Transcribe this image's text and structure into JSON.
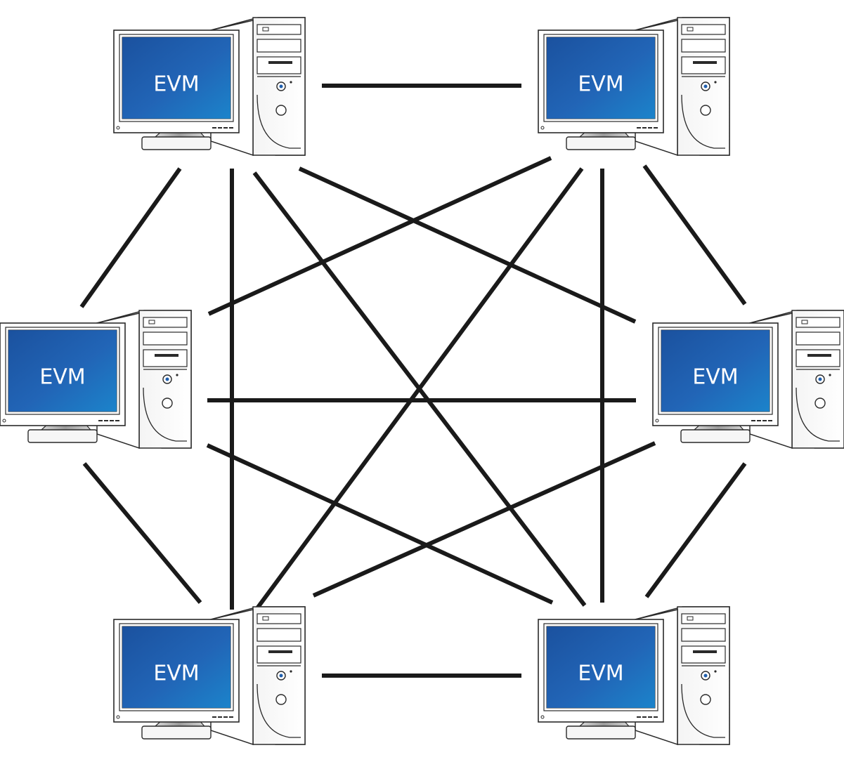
{
  "diagram": {
    "type": "full-mesh network",
    "line_color": "#1a1a1a",
    "screen_color": "#1f5fae",
    "screen_label_color": "#ffffff",
    "nodes": [
      {
        "id": "top-left",
        "label": "EVM",
        "icon": "desktop-computer-icon"
      },
      {
        "id": "top-right",
        "label": "EVM",
        "icon": "desktop-computer-icon"
      },
      {
        "id": "middle-left",
        "label": "EVM",
        "icon": "desktop-computer-icon"
      },
      {
        "id": "middle-right",
        "label": "EVM",
        "icon": "desktop-computer-icon"
      },
      {
        "id": "bottom-left",
        "label": "EVM",
        "icon": "desktop-computer-icon"
      },
      {
        "id": "bottom-right",
        "label": "EVM",
        "icon": "desktop-computer-icon"
      }
    ],
    "connections": [
      [
        "top-left",
        "top-right"
      ],
      [
        "top-left",
        "middle-left"
      ],
      [
        "top-left",
        "bottom-left"
      ],
      [
        "top-left",
        "bottom-right"
      ],
      [
        "top-left",
        "middle-right"
      ],
      [
        "top-right",
        "middle-left"
      ],
      [
        "top-right",
        "bottom-left"
      ],
      [
        "top-right",
        "bottom-right"
      ],
      [
        "top-right",
        "middle-right"
      ],
      [
        "middle-left",
        "middle-right"
      ],
      [
        "middle-left",
        "bottom-right"
      ],
      [
        "middle-left",
        "bottom-left"
      ],
      [
        "middle-right",
        "bottom-left"
      ],
      [
        "middle-right",
        "bottom-right"
      ],
      [
        "bottom-left",
        "bottom-right"
      ]
    ]
  }
}
